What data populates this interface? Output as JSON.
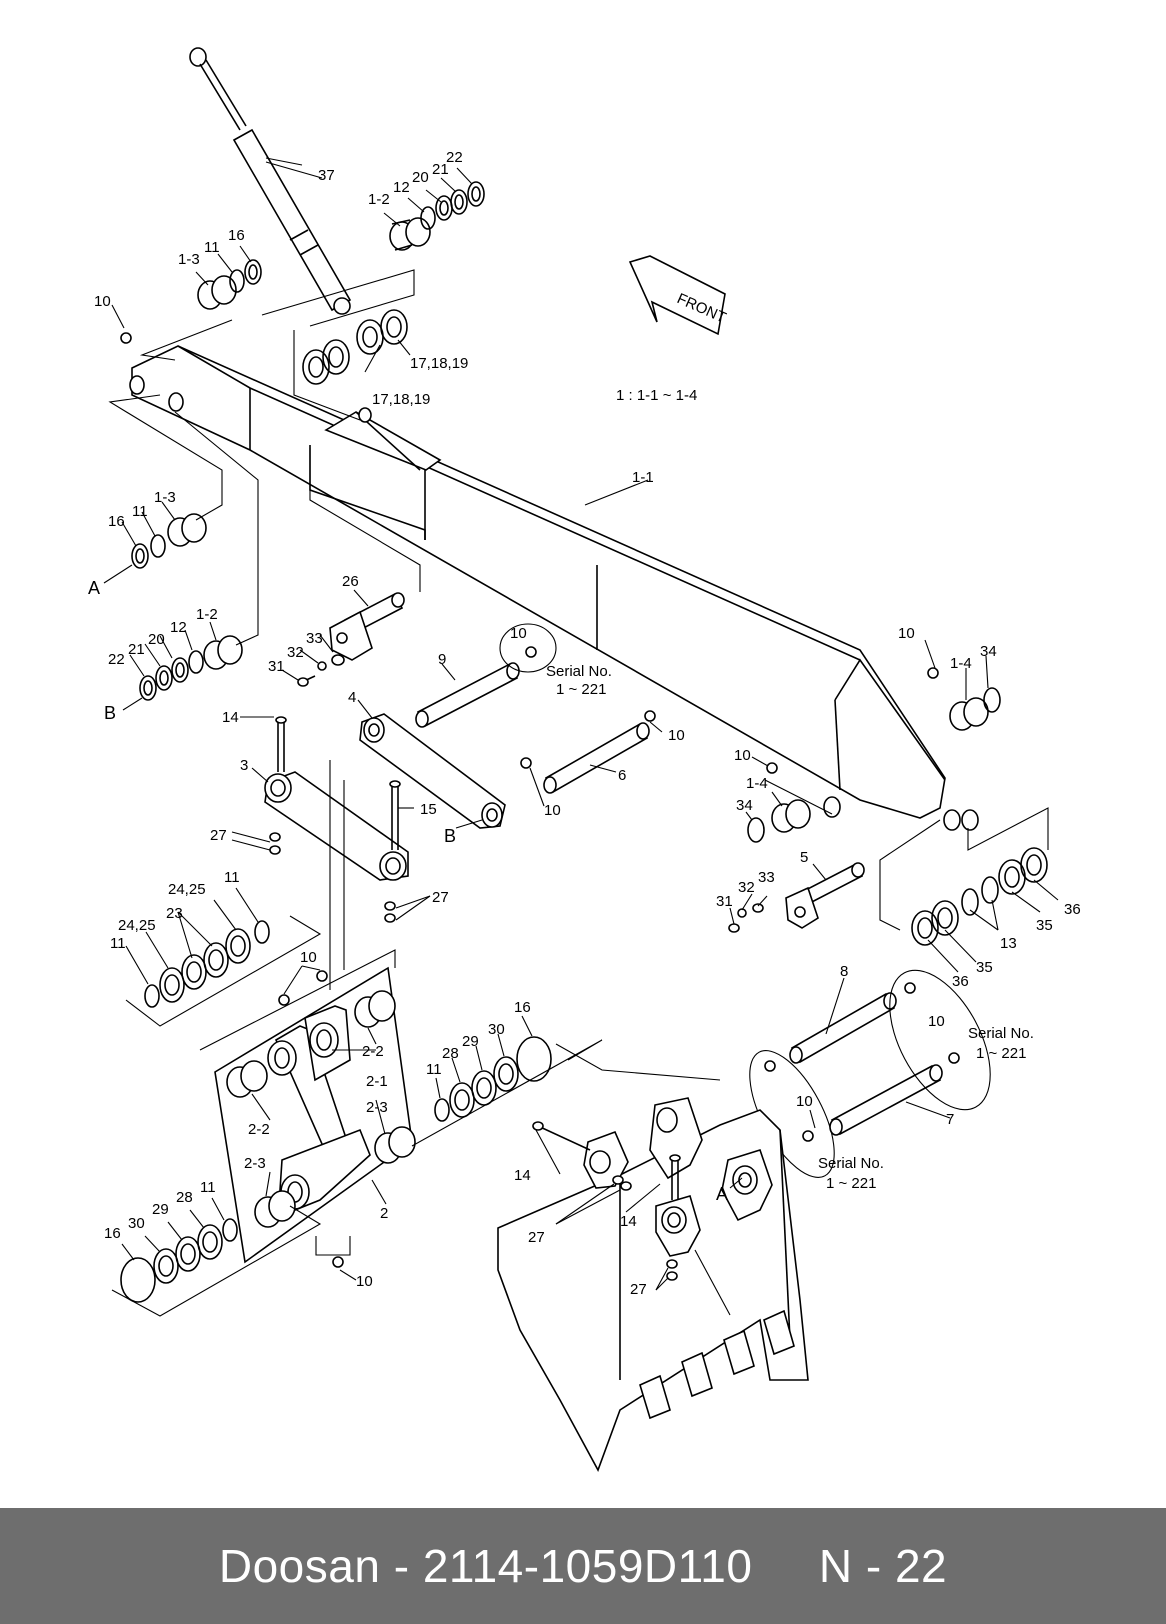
{
  "labels": [
    {
      "id": "l-37",
      "text": "37"
    },
    {
      "id": "l-22a",
      "text": "22"
    },
    {
      "id": "l-21a",
      "text": "21"
    },
    {
      "id": "l-20a",
      "text": "20"
    },
    {
      "id": "l-12a",
      "text": "12"
    },
    {
      "id": "l-1-2a",
      "text": "1-2"
    },
    {
      "id": "l-16a",
      "text": "16"
    },
    {
      "id": "l-11a",
      "text": "11"
    },
    {
      "id": "l-1-3a",
      "text": "1-3"
    },
    {
      "id": "l-10a",
      "text": "10"
    },
    {
      "id": "l-171819a",
      "text": "17,18,19"
    },
    {
      "id": "l-171819b",
      "text": "17,18,19"
    },
    {
      "id": "l-ratio",
      "text": "1 : 1-1 ~ 1-4"
    },
    {
      "id": "l-1-1",
      "text": "1-1"
    },
    {
      "id": "l-16b",
      "text": "16"
    },
    {
      "id": "l-11b",
      "text": "11"
    },
    {
      "id": "l-1-3b",
      "text": "1-3"
    },
    {
      "id": "l-A1",
      "text": "A"
    },
    {
      "id": "l-26",
      "text": "26"
    },
    {
      "id": "l-33a",
      "text": "33"
    },
    {
      "id": "l-32a",
      "text": "32"
    },
    {
      "id": "l-31a",
      "text": "31"
    },
    {
      "id": "l-1-2b",
      "text": "1-2"
    },
    {
      "id": "l-20b",
      "text": "20"
    },
    {
      "id": "l-21b",
      "text": "21"
    },
    {
      "id": "l-12b",
      "text": "12"
    },
    {
      "id": "l-22b",
      "text": "22"
    },
    {
      "id": "l-B1",
      "text": "B"
    },
    {
      "id": "l-10b",
      "text": "10"
    },
    {
      "id": "l-9",
      "text": "9"
    },
    {
      "id": "l-serial1a",
      "text": "Serial No."
    },
    {
      "id": "l-serial1b",
      "text": "1 ~ 221"
    },
    {
      "id": "l-10c",
      "text": "10"
    },
    {
      "id": "l-1-4a",
      "text": "1-4"
    },
    {
      "id": "l-34a",
      "text": "34"
    },
    {
      "id": "l-14a",
      "text": "14"
    },
    {
      "id": "l-4",
      "text": "4"
    },
    {
      "id": "l-10d",
      "text": "10"
    },
    {
      "id": "l-6",
      "text": "6"
    },
    {
      "id": "l-10e",
      "text": "10"
    },
    {
      "id": "l-3",
      "text": "3"
    },
    {
      "id": "l-15",
      "text": "15"
    },
    {
      "id": "l-10f",
      "text": "10"
    },
    {
      "id": "l-1-4b",
      "text": "1-4"
    },
    {
      "id": "l-34b",
      "text": "34"
    },
    {
      "id": "l-27a",
      "text": "27"
    },
    {
      "id": "l-B2",
      "text": "B"
    },
    {
      "id": "l-5",
      "text": "5"
    },
    {
      "id": "l-33b",
      "text": "33"
    },
    {
      "id": "l-32b",
      "text": "32"
    },
    {
      "id": "l-31b",
      "text": "31"
    },
    {
      "id": "l-36a",
      "text": "36"
    },
    {
      "id": "l-35a",
      "text": "35"
    },
    {
      "id": "l-13",
      "text": "13"
    },
    {
      "id": "l-36b",
      "text": "36"
    },
    {
      "id": "l-35b",
      "text": "35"
    },
    {
      "id": "l-27b",
      "text": "27"
    },
    {
      "id": "l-11c",
      "text": "11"
    },
    {
      "id": "l-2425a",
      "text": "24,25"
    },
    {
      "id": "l-2425b",
      "text": "24,25"
    },
    {
      "id": "l-23",
      "text": "23"
    },
    {
      "id": "l-11d",
      "text": "11"
    },
    {
      "id": "l-10g",
      "text": "10"
    },
    {
      "id": "l-8",
      "text": "8"
    },
    {
      "id": "l-10h",
      "text": "10"
    },
    {
      "id": "l-serial2a",
      "text": "Serial No."
    },
    {
      "id": "l-serial2b",
      "text": "1 ~ 221"
    },
    {
      "id": "l-16c",
      "text": "16"
    },
    {
      "id": "l-30a",
      "text": "30"
    },
    {
      "id": "l-29a",
      "text": "29"
    },
    {
      "id": "l-28a",
      "text": "28"
    },
    {
      "id": "l-11e",
      "text": "11"
    },
    {
      "id": "l-2-2a",
      "text": "2-2"
    },
    {
      "id": "l-2-1",
      "text": "2-1"
    },
    {
      "id": "l-2-3a",
      "text": "2-3"
    },
    {
      "id": "l-2-2b",
      "text": "2-2"
    },
    {
      "id": "l-2-3b",
      "text": "2-3"
    },
    {
      "id": "l-2",
      "text": "2"
    },
    {
      "id": "l-10i",
      "text": "10"
    },
    {
      "id": "l-7",
      "text": "7"
    },
    {
      "id": "l-serial3a",
      "text": "Serial No."
    },
    {
      "id": "l-serial3b",
      "text": "1 ~ 221"
    },
    {
      "id": "l-14b",
      "text": "14"
    },
    {
      "id": "l-A2",
      "text": "A"
    },
    {
      "id": "l-14c",
      "text": "14"
    },
    {
      "id": "l-27c",
      "text": "27"
    },
    {
      "id": "l-27d",
      "text": "27"
    },
    {
      "id": "l-16d",
      "text": "16"
    },
    {
      "id": "l-30b",
      "text": "30"
    },
    {
      "id": "l-29b",
      "text": "29"
    },
    {
      "id": "l-28b",
      "text": "28"
    },
    {
      "id": "l-11f",
      "text": "11"
    },
    {
      "id": "l-10j",
      "text": "10"
    }
  ],
  "front_arrow": "FRONT",
  "footer": {
    "brand": "Doosan",
    "part_number": "2114-1059D110",
    "page": "N - 22"
  }
}
